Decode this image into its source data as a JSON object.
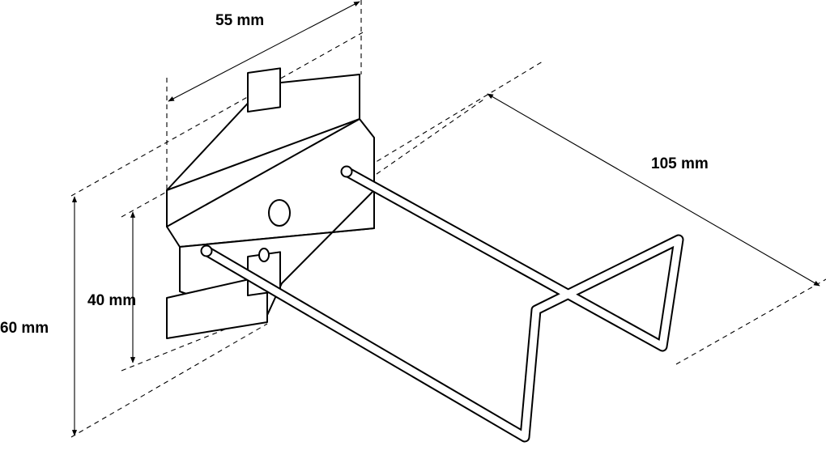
{
  "dimensions": {
    "width_label": "55 mm",
    "length_label": "105 mm",
    "inner_height_label": "40 mm",
    "outer_height_label": "60 mm"
  }
}
